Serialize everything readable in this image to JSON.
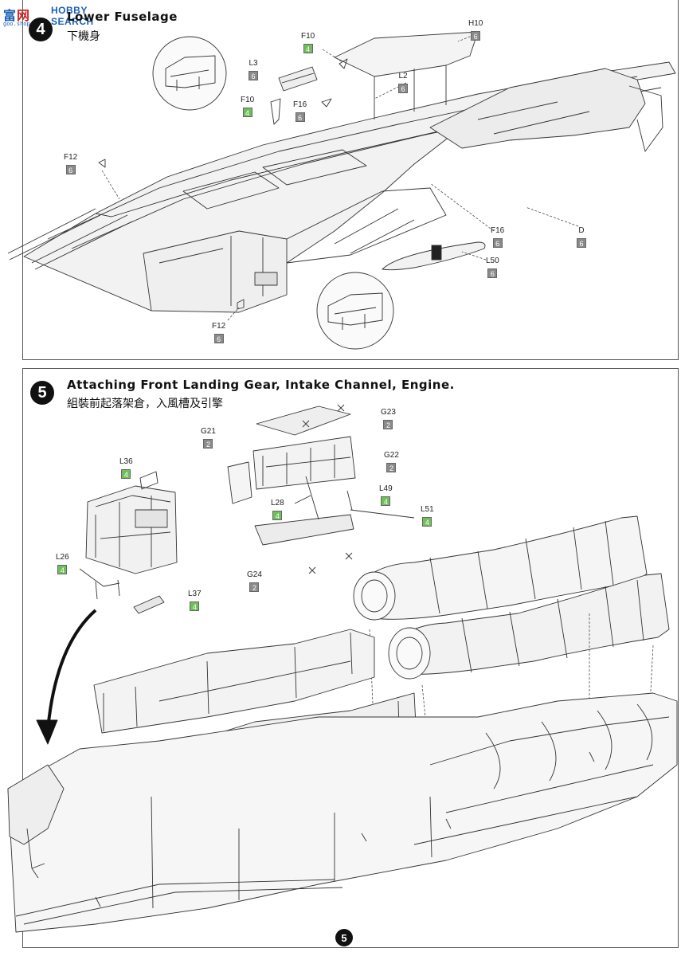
{
  "watermark": {
    "logo_left": "富",
    "logo_right": "网",
    "name": "HOBBY SEARCH",
    "url": "goo.shop.com"
  },
  "step4": {
    "number": "4",
    "title": "Lower Fuselage",
    "subtitle": "下機身",
    "parts": [
      {
        "id": "F10",
        "n": "4",
        "color": "green"
      },
      {
        "id": "H10",
        "n": "6",
        "color": "grey"
      },
      {
        "id": "L3",
        "n": "6",
        "color": "grey"
      },
      {
        "id": "L2",
        "n": "6",
        "color": "grey"
      },
      {
        "id": "F10",
        "n": "4",
        "color": "green"
      },
      {
        "id": "F16",
        "n": "6",
        "color": "grey"
      },
      {
        "id": "F12",
        "n": "6",
        "color": "grey"
      },
      {
        "id": "F16",
        "n": "6",
        "color": "grey"
      },
      {
        "id": "D",
        "n": "6",
        "color": "grey"
      },
      {
        "id": "L50",
        "n": "6",
        "color": "grey"
      },
      {
        "id": "F12",
        "n": "6",
        "color": "grey"
      }
    ]
  },
  "step5": {
    "number": "5",
    "title": "Attaching Front Landing Gear, Intake Channel, Engine.",
    "subtitle": "組裝前起落架倉，入風槽及引擎",
    "parts": [
      {
        "id": "G23",
        "n": "2",
        "color": "grey"
      },
      {
        "id": "G21",
        "n": "2",
        "color": "grey"
      },
      {
        "id": "G22",
        "n": "2",
        "color": "grey"
      },
      {
        "id": "L36",
        "n": "4",
        "color": "green"
      },
      {
        "id": "L49",
        "n": "4",
        "color": "green"
      },
      {
        "id": "L28",
        "n": "4",
        "color": "green"
      },
      {
        "id": "L51",
        "n": "4",
        "color": "green"
      },
      {
        "id": "L26",
        "n": "4",
        "color": "green"
      },
      {
        "id": "G24",
        "n": "2",
        "color": "grey"
      },
      {
        "id": "L37",
        "n": "4",
        "color": "green"
      }
    ]
  },
  "page_number": "5"
}
